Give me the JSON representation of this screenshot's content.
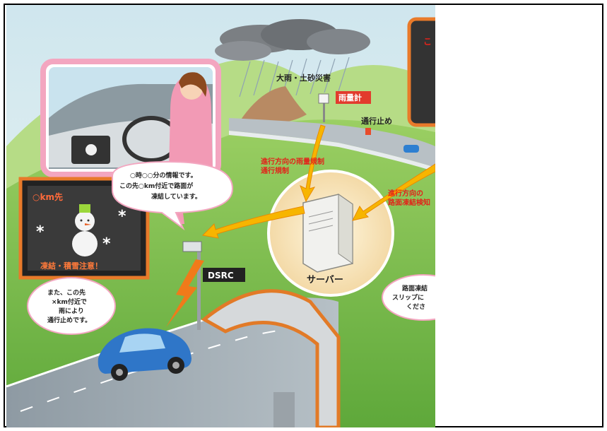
{
  "labels": {
    "heavy_rain_disaster": "大雨・土砂災害",
    "rain_gauge": "雨量計",
    "closure": "通行止め",
    "rain_regulation_line1": "進行方向の雨量規制",
    "rain_regulation_line2": "通行規制",
    "server": "サーバー",
    "dsrc": "DSRC",
    "road_freeze_line1": "進行方向の",
    "road_freeze_line2": "路面凍結検知",
    "right_bubble_line1": "路面凍結",
    "right_bubble_line2": "スリップに",
    "right_bubble_line3": "くださ",
    "top_right_char": "こ"
  },
  "bubbles": {
    "driver_info": [
      "○時○○分の情報です。",
      "この先○km付近で路面が",
      "凍結しています。"
    ],
    "closure_info": [
      "また、この先",
      "×km付近で",
      "雨により",
      "通行止めです。"
    ]
  },
  "display": {
    "distance": "○km先",
    "warning": "凍結・積雪注意！"
  }
}
